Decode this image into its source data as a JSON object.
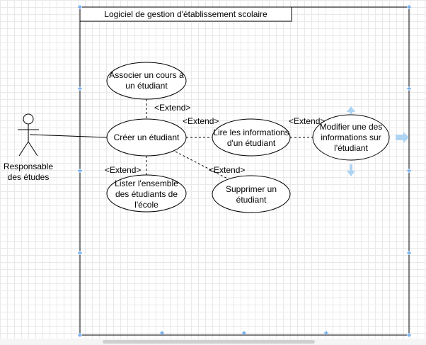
{
  "system": {
    "title": "Logiciel de gestion d'établissement scolaire"
  },
  "actor": {
    "label_line1": "Responsable",
    "label_line2": "des études"
  },
  "use_cases": {
    "associer": {
      "line1": "Associer un cours à",
      "line2": "un étudiant"
    },
    "creer": {
      "line1": "Créer un étudiant"
    },
    "lire": {
      "line1": "Lire les informations",
      "line2": "d'un étudiant"
    },
    "modifier": {
      "line1": "Modifier une des",
      "line2": "informations sur",
      "line3": "l'étudiant"
    },
    "lister": {
      "line1": "Lister l'ensemble",
      "line2": "des étudiants de",
      "line3": "l'école"
    },
    "supprimer": {
      "line1": "Supprimer un",
      "line2": "étudiant"
    }
  },
  "relations": {
    "extend_associer": "<Extend>",
    "extend_lire": "<Extend>",
    "extend_modifier": "<Extend>",
    "extend_lister": "<Extend>",
    "extend_supprimer": "<Extend>"
  },
  "colors": {
    "selection_handle": "#3b8fe8",
    "hover_arrow": "#aed4f3"
  },
  "icons": [
    "arrow-up-icon",
    "arrow-down-icon",
    "arrow-right-icon",
    "resize-handle-icon"
  ]
}
